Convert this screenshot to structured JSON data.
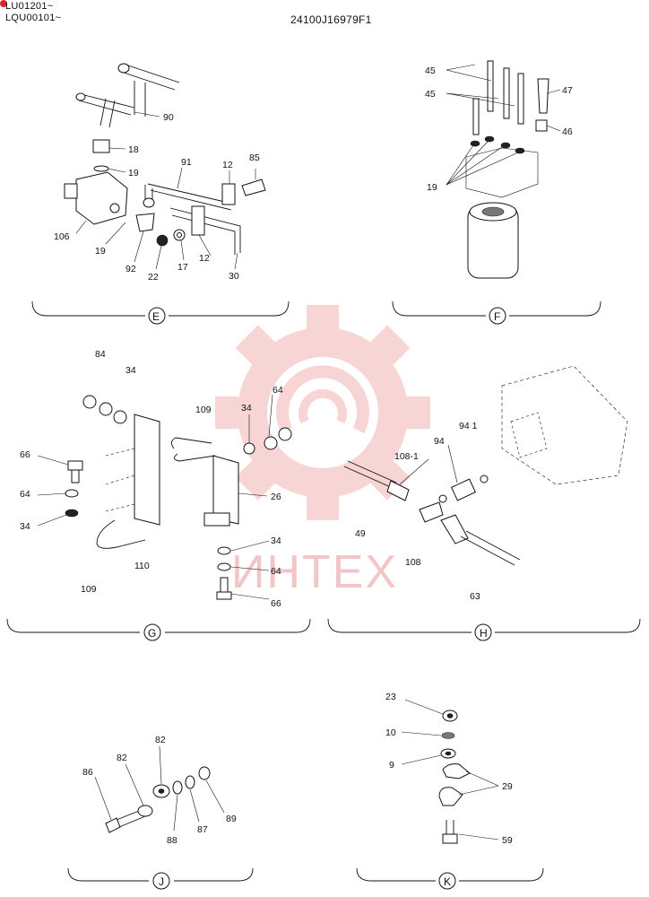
{
  "header": {
    "serial_1": "LU01201~",
    "serial_2": "LQU00101~",
    "part_number": "24100J16979F1"
  },
  "watermark": {
    "text": "ИНТЕХ"
  },
  "sections": {
    "E": {
      "letter": "E",
      "callouts": [
        "90",
        "18",
        "19",
        "85",
        "12",
        "91",
        "106",
        "19",
        "92",
        "22",
        "17",
        "12",
        "30"
      ]
    },
    "F": {
      "letter": "F",
      "callouts": [
        "45",
        "45",
        "47",
        "46",
        "19"
      ]
    },
    "G": {
      "letter": "G",
      "callouts": [
        "84",
        "34",
        "109",
        "34",
        "64",
        "66",
        "64",
        "34",
        "26",
        "34",
        "64",
        "66",
        "110",
        "109"
      ]
    },
    "H": {
      "letter": "H",
      "callouts": [
        "94 1",
        "94",
        "108-1",
        "49",
        "108",
        "63"
      ]
    },
    "J": {
      "letter": "J",
      "callouts": [
        "82",
        "82",
        "86",
        "87",
        "88",
        "89"
      ]
    },
    "K": {
      "letter": "K",
      "callouts": [
        "23",
        "10",
        "9",
        "29",
        "59"
      ]
    }
  }
}
